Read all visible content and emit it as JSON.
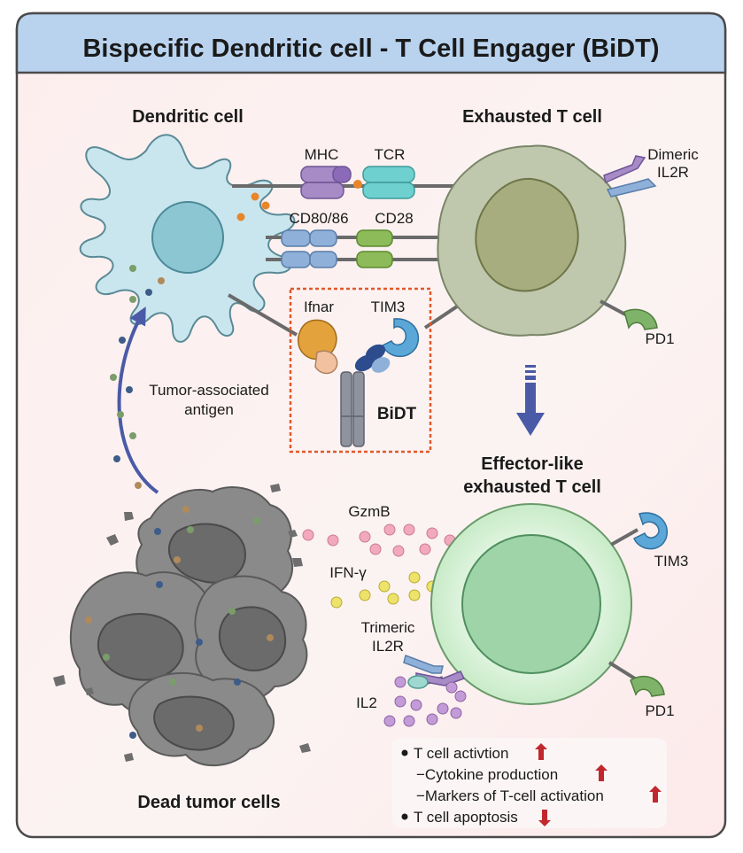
{
  "title": "Bispecific Dendritic cell - T Cell Engager (BiDT)",
  "labels": {
    "dendritic_cell": "Dendritic cell",
    "exhausted_t_cell": "Exhausted T cell",
    "mhc": "MHC",
    "tcr": "TCR",
    "cd80_86": "CD80/86",
    "cd28": "CD28",
    "dimeric_il2r_line1": "Dimeric",
    "dimeric_il2r_line2": "IL2R",
    "ifnar": "Ifnar",
    "tim3_top": "TIM3",
    "bidt": "BiDT",
    "pd1_top": "PD1",
    "tumor_antigen_line1": "Tumor-associated",
    "tumor_antigen_line2": "antigen",
    "effector_line1": "Effector-like",
    "effector_line2": "exhausted T cell",
    "gzmb": "GzmB",
    "ifn_gamma": "IFN-γ",
    "trimeric_line1": "Trimeric",
    "trimeric_line2": "IL2R",
    "il2": "IL2",
    "tim3_bottom": "TIM3",
    "pd1_bottom": "PD1",
    "dead_tumor_cells": "Dead tumor cells"
  },
  "summary": {
    "item1": "T cell activtion",
    "item1_sub1": "−Cytokine production",
    "item1_sub2": "−Markers of T-cell activation",
    "item2": "T cell apoptosis"
  },
  "colors": {
    "header_bg": "#b9d3ef",
    "panel_bg": "#fdf0ee",
    "dc_cell": "#c9e6ee",
    "dc_nucleus": "#8cc6d3",
    "t_cell": "#bfc8ad",
    "t_nucleus": "#a7ad7e",
    "effector_cell": "#d8f1d8",
    "effector_nucleus": "#9fd3a8",
    "mhc": "#a78bc6",
    "tcr": "#6fd0d0",
    "cd80": "#8fb1d9",
    "cd28": "#8dbb5a",
    "ifnar": "#e4a23c",
    "tim3": "#5aa7d8",
    "pd1": "#7fb36a",
    "gzmb_dot": "#f2a9bd",
    "ifng_dot": "#ede36a",
    "il2_dot": "#c39bd6",
    "up_arrow": "#c0282d",
    "down_arrow": "#c0282d",
    "flow_arrow": "#4a5aa6",
    "dashed_box": "#e0592a"
  }
}
